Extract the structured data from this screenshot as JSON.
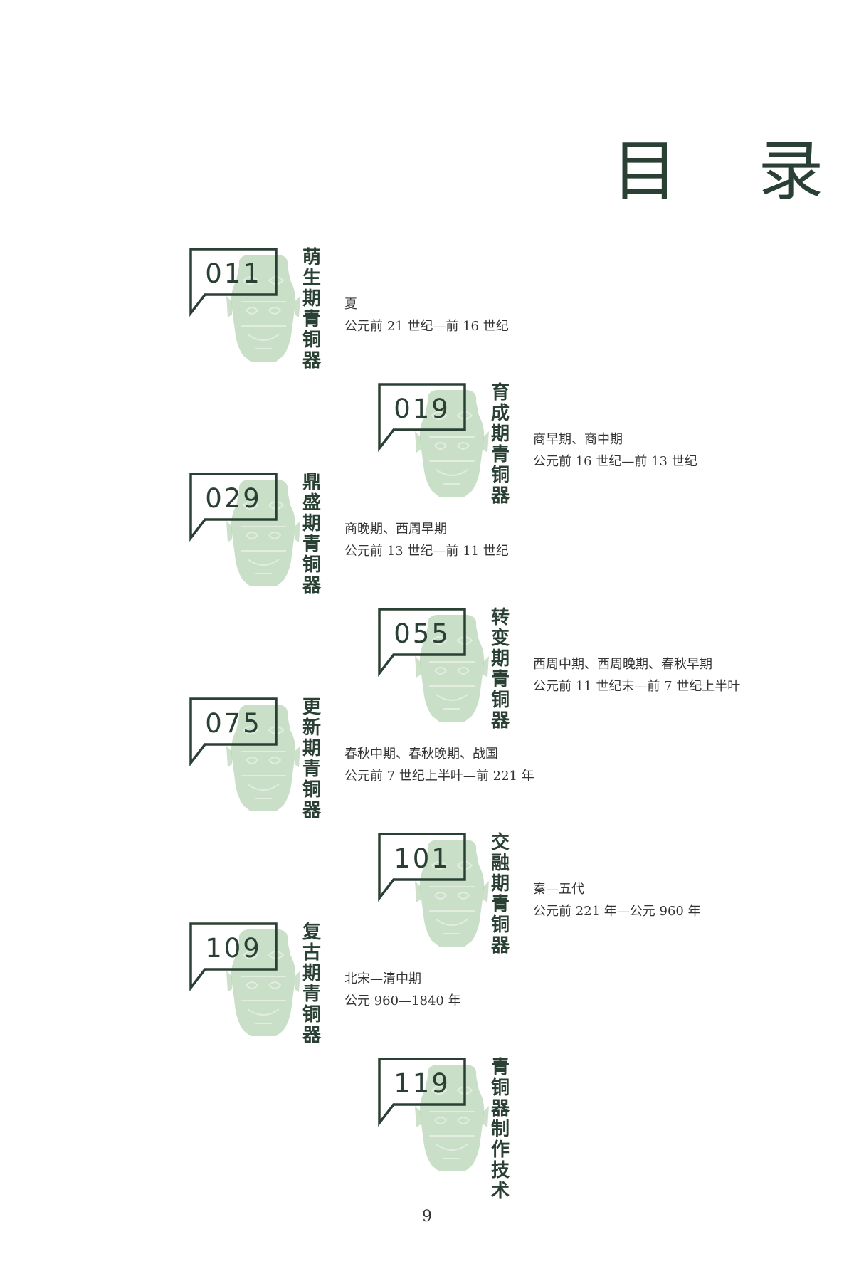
{
  "page": {
    "title": "目 录",
    "page_number": "9",
    "accent_color": "#2b4034",
    "vessel_color": "#b8d4b4"
  },
  "entries": [
    {
      "page_num": "011",
      "title": "萌生期青铜器",
      "desc_line1": "夏",
      "desc_line2": "公元前 21 世纪—前 16 世纪"
    },
    {
      "page_num": "019",
      "title": "育成期青铜器",
      "desc_line1": "商早期、商中期",
      "desc_line2": "公元前 16 世纪—前 13 世纪"
    },
    {
      "page_num": "029",
      "title": "鼎盛期青铜器",
      "desc_line1": "商晚期、西周早期",
      "desc_line2": "公元前 13 世纪—前 11 世纪"
    },
    {
      "page_num": "055",
      "title": "转变期青铜器",
      "desc_line1": "西周中期、西周晚期、春秋早期",
      "desc_line2": "公元前 11 世纪末—前 7 世纪上半叶"
    },
    {
      "page_num": "075",
      "title": "更新期青铜器",
      "desc_line1": "春秋中期、春秋晚期、战国",
      "desc_line2": "公元前 7 世纪上半叶—前 221 年"
    },
    {
      "page_num": "101",
      "title": "交融期青铜器",
      "desc_line1": "秦—五代",
      "desc_line2": "公元前 221 年—公元 960 年"
    },
    {
      "page_num": "109",
      "title": "复古期青铜器",
      "desc_line1": "北宋—清中期",
      "desc_line2": "公元 960—1840 年"
    },
    {
      "page_num": "119",
      "title": "青铜器制作技术",
      "desc_line1": "",
      "desc_line2": ""
    }
  ]
}
